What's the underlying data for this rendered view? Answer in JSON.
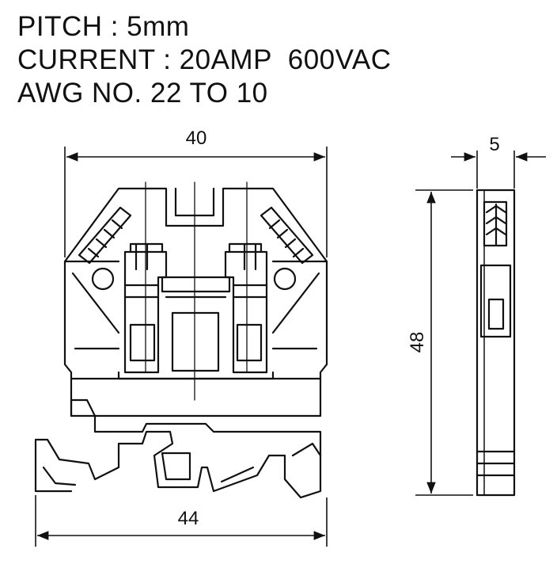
{
  "specs": {
    "pitch": "PITCH : 5mm",
    "current": "CURRENT : 20AMP  600VAC",
    "awg": "AWG NO. 22 TO 10"
  },
  "dimensions": {
    "top_width": "40",
    "bottom_width": "44",
    "height": "48",
    "thickness": "5"
  },
  "colors": {
    "line": "#111111",
    "background": "#ffffff"
  }
}
